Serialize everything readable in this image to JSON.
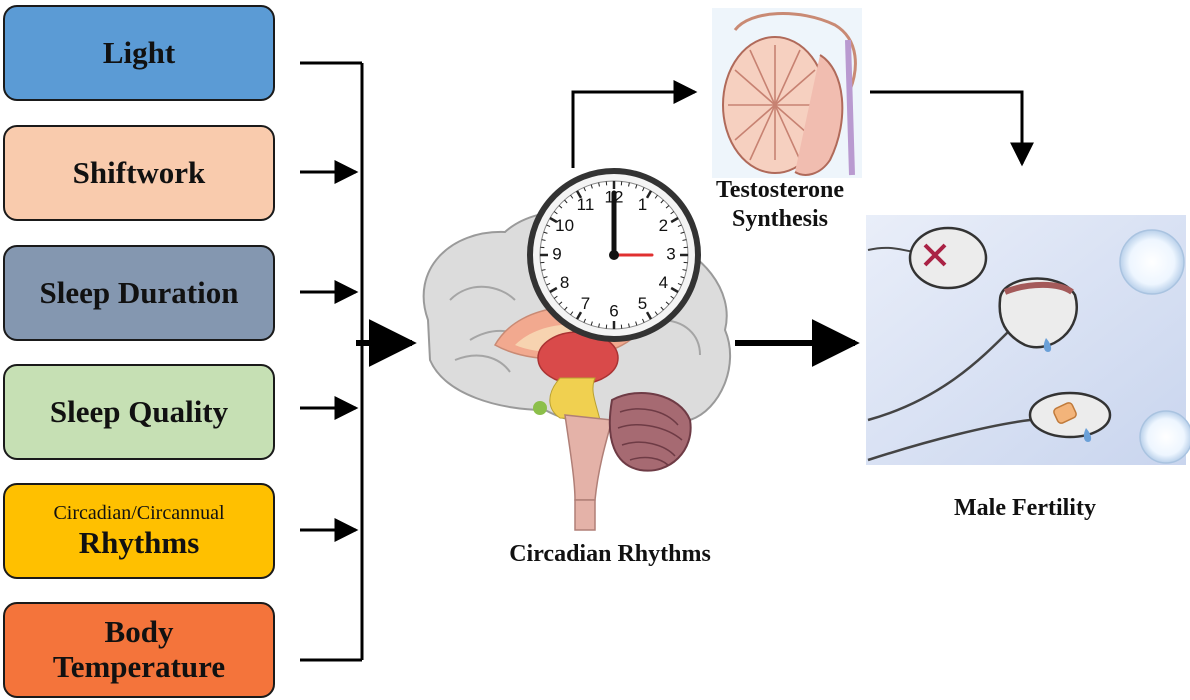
{
  "factors": [
    {
      "label": "Light",
      "color": "#5b9bd5"
    },
    {
      "label": "Shiftwork",
      "color": "#f9cbad"
    },
    {
      "label": "Sleep Duration",
      "color": "#8497b0"
    },
    {
      "label": "Sleep Quality",
      "color": "#c6e0b4"
    },
    {
      "label": "Rhythms",
      "sublabel": "Circadian/Circannual",
      "color": "#ffc000"
    },
    {
      "label": "Body Temperature",
      "color": "#f4743b"
    }
  ],
  "center_label": "Circadian Rhythms",
  "testosterone_label_line1": "Testosterone",
  "testosterone_label_line2": "Synthesis",
  "outcome_label": "Male Fertility",
  "clock_numbers": [
    "12",
    "1",
    "2",
    "3",
    "4",
    "5",
    "6",
    "7",
    "8",
    "9",
    "10",
    "11"
  ],
  "colors": {
    "arrow": "#000000",
    "clock_hand_red": "#e03030"
  },
  "icons": [
    "brain-illustration",
    "clock-icon",
    "testis-illustration",
    "sperm-cells-illustration"
  ]
}
